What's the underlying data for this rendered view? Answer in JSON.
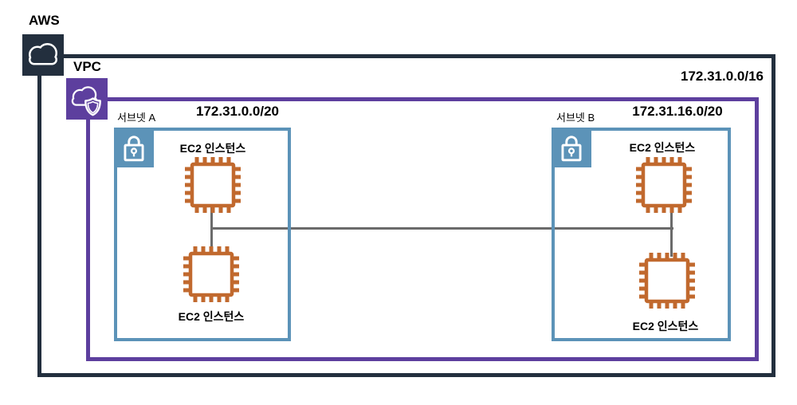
{
  "diagram": {
    "aws_group": {
      "label": "AWS"
    },
    "vpc_group": {
      "label": "VPC",
      "cidr": "172.31.0.0/16"
    },
    "subnets": [
      {
        "name": "서브넷 A",
        "cidr": "172.31.0.0/20",
        "instances": [
          {
            "label": "EC2 인스턴스"
          },
          {
            "label": "EC2 인스턴스"
          }
        ]
      },
      {
        "name": "서브넷 B",
        "cidr": "172.31.16.0/20",
        "instances": [
          {
            "label": "EC2 인스턴스"
          },
          {
            "label": "EC2 인스턴스"
          }
        ]
      }
    ],
    "icons": [
      "aws-cloud-icon",
      "vpc-cloud-shield-icon",
      "subnet-lock-icon",
      "ec2-chip-icon"
    ],
    "colors": {
      "aws_dark_navy": "#232F3E",
      "vpc_purple": "#5D3F9E",
      "subnet_blue": "#5C93B8",
      "ec2_orange": "#C1692E",
      "connector_gray": "#6B6B6B"
    }
  }
}
